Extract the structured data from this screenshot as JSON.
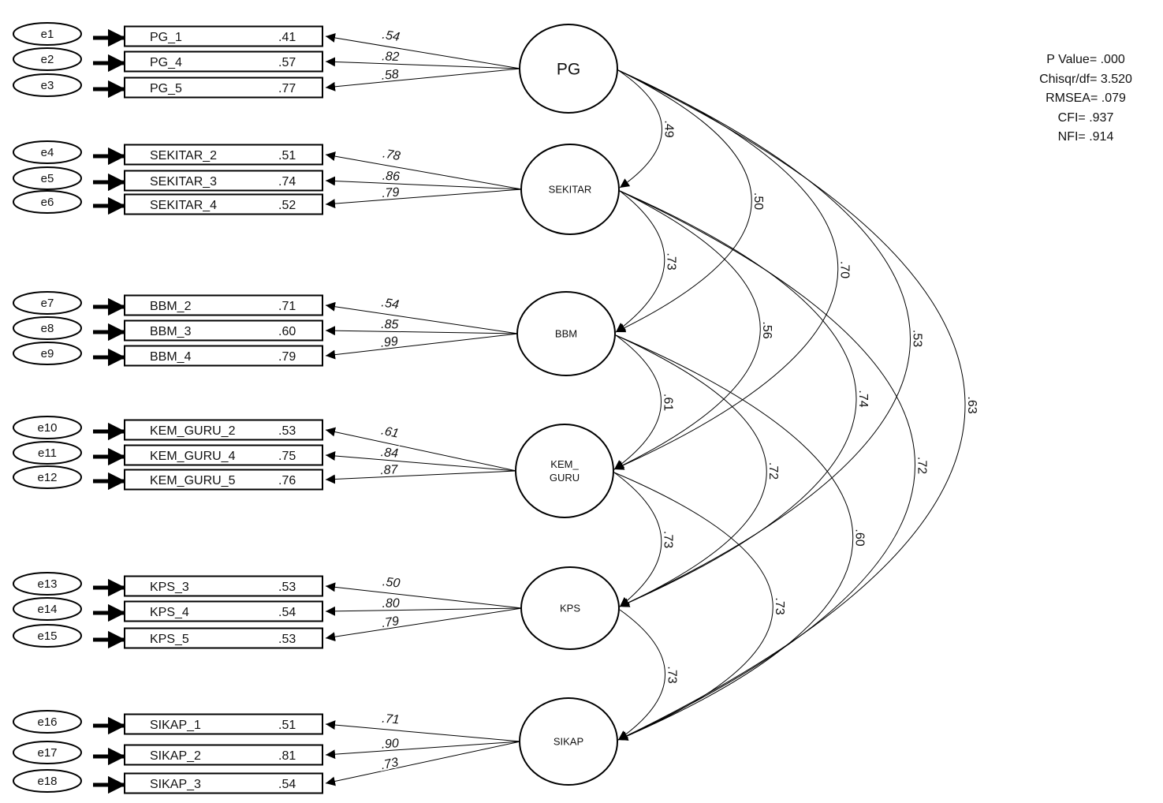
{
  "factors": [
    {
      "name": "PG",
      "indicators": [
        {
          "name": "PG_1",
          "r2": ".41",
          "loading": ".54",
          "error": "e1"
        },
        {
          "name": "PG_4",
          "r2": ".57",
          "loading": ".82",
          "error": "e2"
        },
        {
          "name": "PG_5",
          "r2": ".77",
          "loading": ".58",
          "error": "e3"
        }
      ]
    },
    {
      "name": "SEKITAR",
      "indicators": [
        {
          "name": "SEKITAR_2",
          "r2": ".51",
          "loading": ".78",
          "error": "e4"
        },
        {
          "name": "SEKITAR_3",
          "r2": ".74",
          "loading": ".86",
          "error": "e5"
        },
        {
          "name": "SEKITAR_4",
          "r2": ".52",
          "loading": ".79",
          "error": "e6"
        }
      ]
    },
    {
      "name": "BBM",
      "indicators": [
        {
          "name": "BBM_2",
          "r2": ".71",
          "loading": ".54",
          "error": "e7"
        },
        {
          "name": "BBM_3",
          "r2": ".60",
          "loading": ".85",
          "error": "e8"
        },
        {
          "name": "BBM_4",
          "r2": ".79",
          "loading": ".99",
          "error": "e9"
        }
      ]
    },
    {
      "name": "KEM_\nGURU",
      "indicators": [
        {
          "name": "KEM_GURU_2",
          "r2": ".53",
          "loading": ".61",
          "error": "e10"
        },
        {
          "name": "KEM_GURU_4",
          "r2": ".75",
          "loading": ".84",
          "error": "e11"
        },
        {
          "name": "KEM_GURU_5",
          "r2": ".76",
          "loading": ".87",
          "error": "e12"
        }
      ]
    },
    {
      "name": "KPS",
      "indicators": [
        {
          "name": "KPS_3",
          "r2": ".53",
          "loading": ".50",
          "error": "e13"
        },
        {
          "name": "KPS_4",
          "r2": ".54",
          "loading": ".80",
          "error": "e14"
        },
        {
          "name": "KPS_5",
          "r2": ".53",
          "loading": ".79",
          "error": "e15"
        }
      ]
    },
    {
      "name": "SIKAP",
      "indicators": [
        {
          "name": "SIKAP_1",
          "r2": ".51",
          "loading": ".71",
          "error": "e16"
        },
        {
          "name": "SIKAP_2",
          "r2": ".81",
          "loading": ".90",
          "error": "e17"
        },
        {
          "name": "SIKAP_3",
          "r2": ".54",
          "loading": ".73",
          "error": "e18"
        }
      ]
    }
  ],
  "correlations": [
    {
      "from": 0,
      "to": 1,
      "value": ".49"
    },
    {
      "from": 0,
      "to": 2,
      "value": ".50"
    },
    {
      "from": 0,
      "to": 3,
      "value": ".70"
    },
    {
      "from": 0,
      "to": 4,
      "value": ".53"
    },
    {
      "from": 0,
      "to": 5,
      "value": ".63"
    },
    {
      "from": 1,
      "to": 2,
      "value": ".73"
    },
    {
      "from": 1,
      "to": 3,
      "value": ".56"
    },
    {
      "from": 1,
      "to": 4,
      "value": ".74"
    },
    {
      "from": 1,
      "to": 5,
      "value": ".72"
    },
    {
      "from": 2,
      "to": 3,
      "value": ".61"
    },
    {
      "from": 2,
      "to": 4,
      "value": ".72"
    },
    {
      "from": 2,
      "to": 5,
      "value": ".60"
    },
    {
      "from": 3,
      "to": 4,
      "value": ".73"
    },
    {
      "from": 3,
      "to": 5,
      "value": ".73"
    },
    {
      "from": 4,
      "to": 5,
      "value": ".73"
    }
  ],
  "fit_indices": {
    "p_value": "P Value= .000",
    "chisq_df": "Chisqr/df= 3.520",
    "rmsea": "RMSEA= .079",
    "cfi": "CFI= .937",
    "nfi": "NFI= .914"
  }
}
